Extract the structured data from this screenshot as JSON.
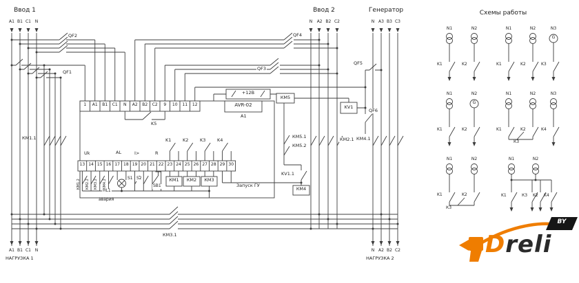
{
  "header": {
    "input1": "Ввод 1",
    "input2": "Ввод 2",
    "generator": "Генератор"
  },
  "terminals": {
    "input1": [
      "A1",
      "B1",
      "C1",
      "N"
    ],
    "input2": [
      "N",
      "A2",
      "B2",
      "C2"
    ],
    "generator": [
      "N",
      "A3",
      "B3",
      "C3"
    ],
    "load1": [
      "A1",
      "B1",
      "C1",
      "N"
    ],
    "load2": [
      "N",
      "A2",
      "B2",
      "C2"
    ],
    "avr_top": [
      "1",
      "A1",
      "B1",
      "C1",
      "N",
      "A2",
      "B2",
      "C2",
      "9",
      "10",
      "11",
      "12"
    ],
    "avr_bottom": [
      "13",
      "14",
      "15",
      "16",
      "17",
      "18",
      "19",
      "20",
      "21",
      "22",
      "23",
      "24",
      "25",
      "26",
      "27",
      "28",
      "29",
      "30"
    ]
  },
  "breakers": {
    "qf1": "QF1",
    "qf2": "QF2",
    "qf3": "QF3",
    "qf4": "QF4",
    "qf5": "QF5",
    "qf6": "QF6"
  },
  "unit": {
    "model": "AVR-02",
    "designation": "A1",
    "supply": "+12В",
    "k5": "K5",
    "functions": {
      "uk": "Uk",
      "al": "AL",
      "overcurrent": "I>",
      "r": "R"
    },
    "relays": {
      "k1": "K1",
      "k2": "K2",
      "k3": "K3",
      "k4": "K4"
    }
  },
  "components": {
    "km1_1": "КМ1.1",
    "km2_1": "КМ2.1",
    "km3_1": "КМ3.1",
    "km4_1": "КМ4.1",
    "km5": "КМ5",
    "km5_1": "КМ5.1",
    "km5_2": "КМ5.2",
    "kv1": "KV1",
    "kv1_1": "KV1.1",
    "km4": "КМ4",
    "km1": "КМ1",
    "km2": "КМ2",
    "km3": "КМ3",
    "aux": [
      "КМ1.2",
      "КМ2.2",
      "КМ3.2",
      "КМ4.2"
    ],
    "hl1": "HL1",
    "alarm": "авария",
    "s1": "S1",
    "s2": "S2",
    "sb1": "SB1",
    "start_gen": "Запуск ГУ"
  },
  "loads": {
    "load1": "НАГРУЗКА 1",
    "load2": "НАГРУЗКА 2"
  },
  "schemes": {
    "title": "Схемы работы",
    "s1": {
      "sources": [
        "N1",
        "N2"
      ],
      "switches": [
        "K1",
        "K2"
      ]
    },
    "s2": {
      "sources": [
        "N1",
        "N2",
        "N3"
      ],
      "gen": "G",
      "switches": [
        "K1",
        "K2",
        "K3"
      ]
    },
    "s3": {
      "sources": [
        "N1",
        "N2"
      ],
      "gen": "G",
      "switches": [
        "K1",
        "K2"
      ]
    },
    "s4": {
      "sources": [
        "N1",
        "N2",
        "N3"
      ],
      "switches": [
        "K1",
        "K2",
        "K4"
      ],
      "tie": "К3"
    },
    "s5": {
      "sources": [
        "N1",
        "N2"
      ],
      "switches": [
        "K1",
        "K2"
      ],
      "tie": "К3"
    },
    "s6": {
      "sources": [
        "N1",
        "N2"
      ],
      "switches": [
        "K1",
        "К3",
        "K2",
        "K4"
      ]
    }
  },
  "logo": {
    "brand": "Dreli",
    "country": "BY"
  }
}
